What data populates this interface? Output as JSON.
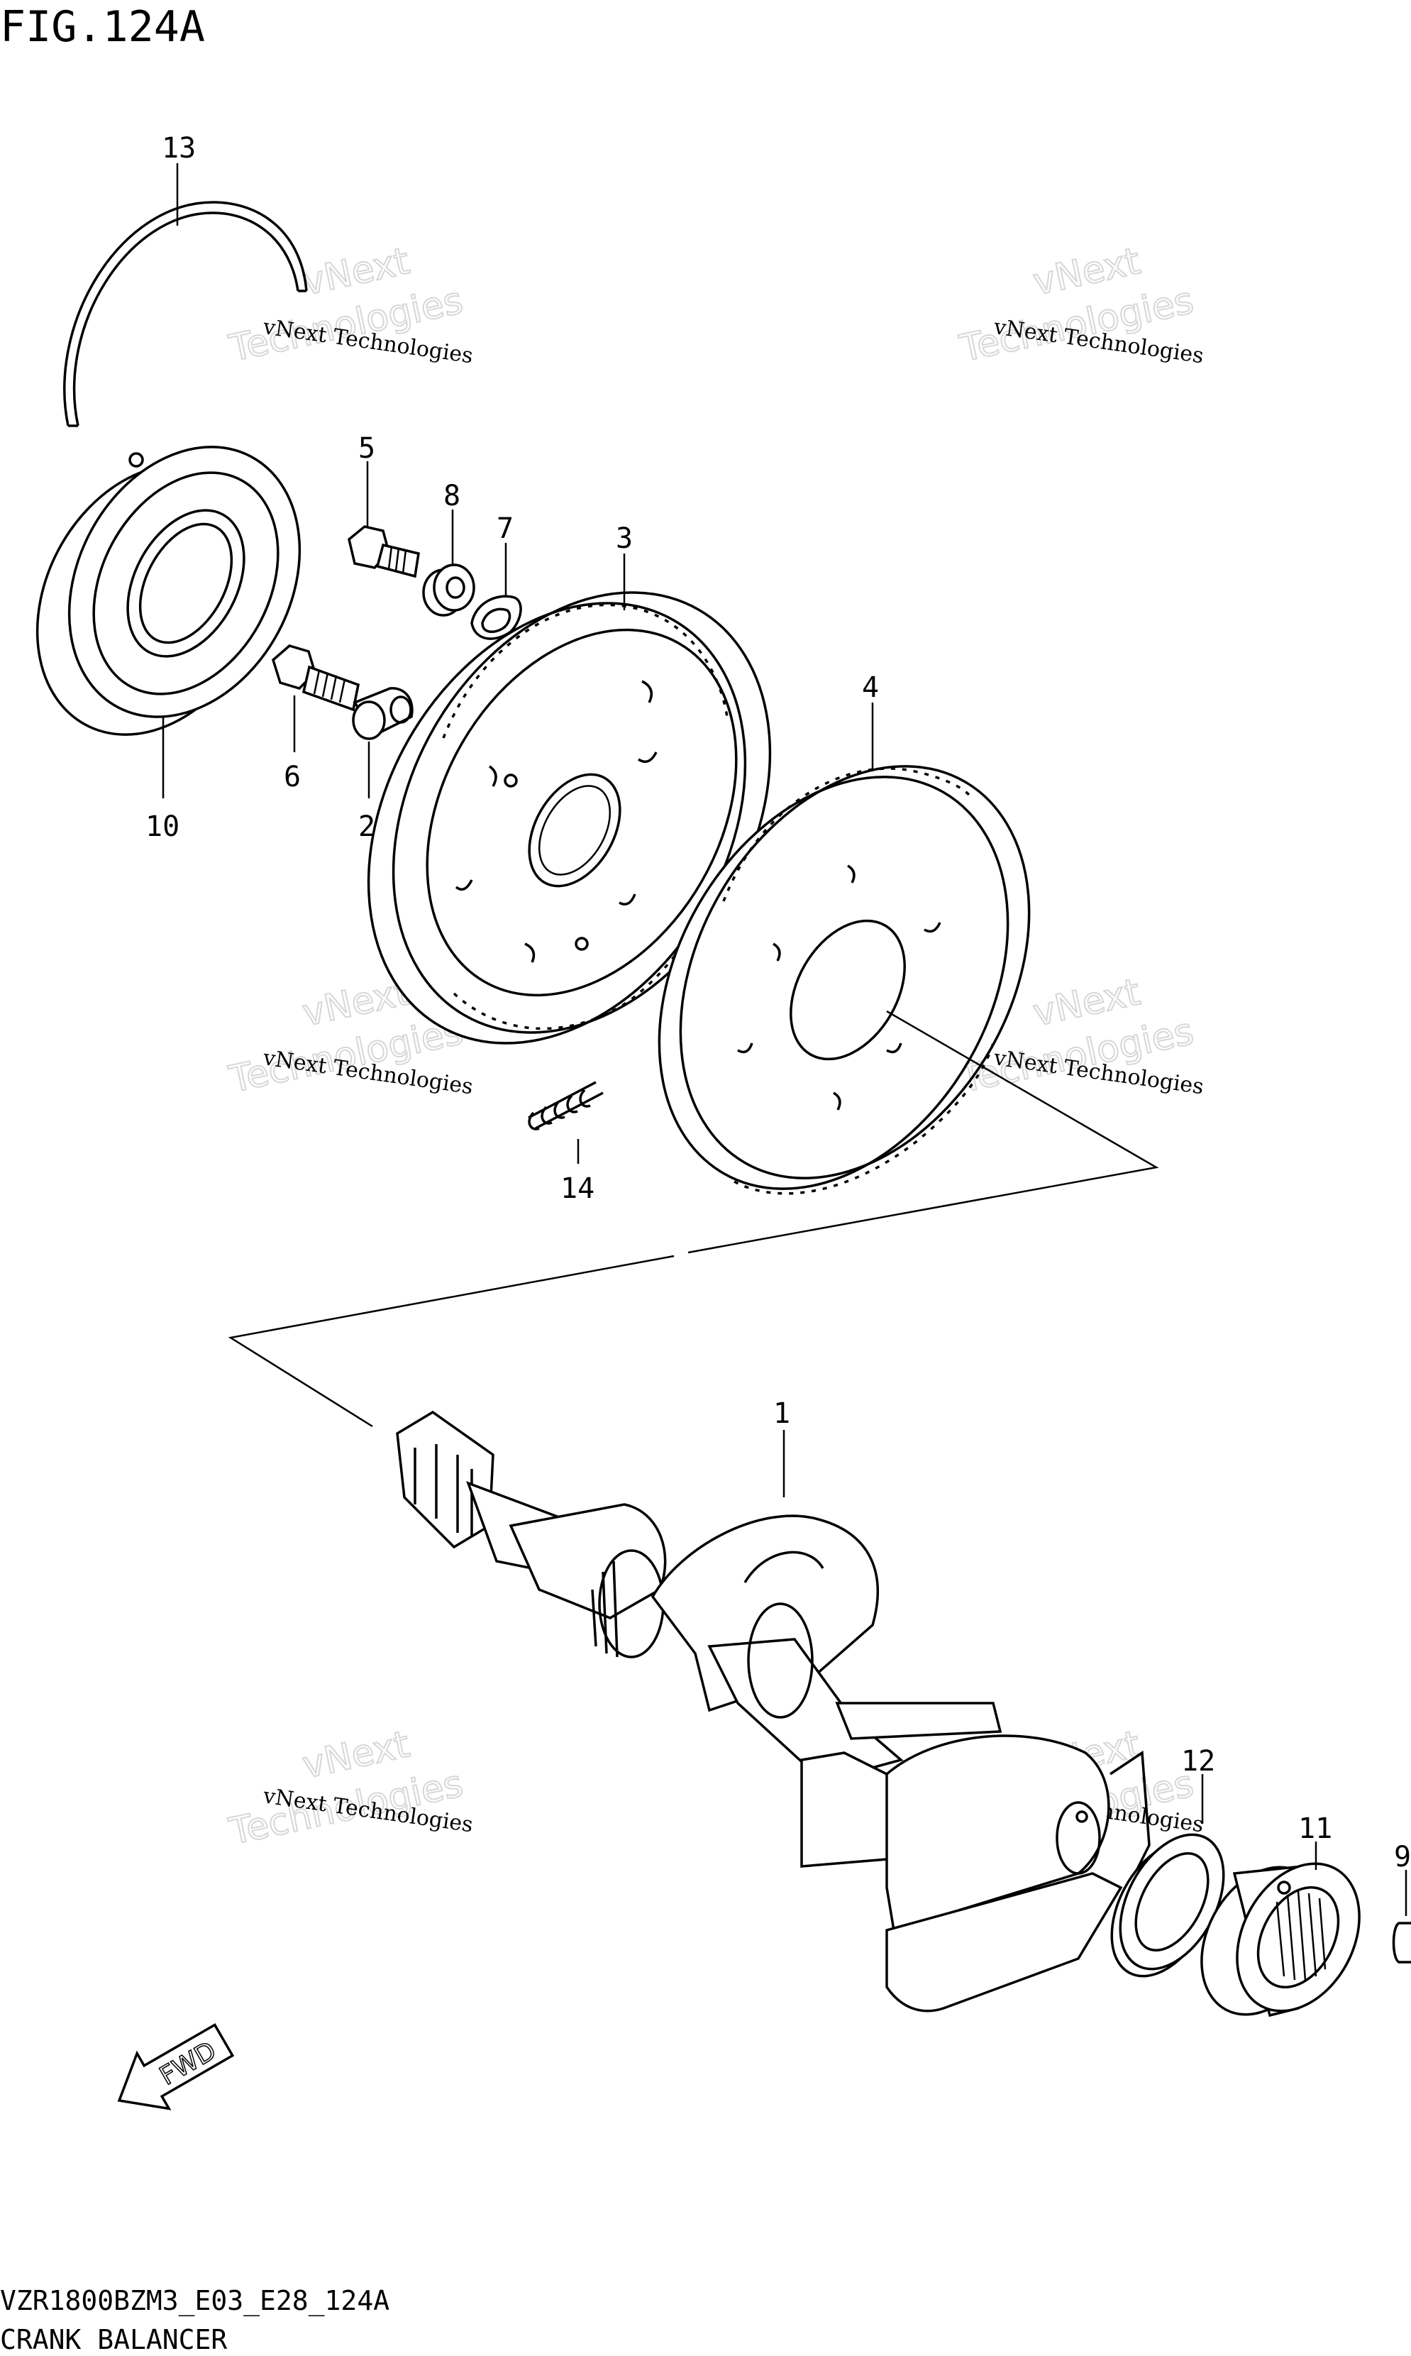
{
  "figure": {
    "title": "FIG.124A",
    "model_code": "VZR1800BZM3_E03_E28_124A",
    "caption": "CRANK BALANCER"
  },
  "watermark": {
    "small": "vNext Technologies",
    "large_1": "vNext",
    "large_2": "Technologies"
  },
  "callouts": {
    "p1": "1",
    "p2": "2",
    "p3": "3",
    "p4": "4",
    "p5": "5",
    "p6": "6",
    "p7": "7",
    "p8": "8",
    "p9": "9",
    "p10": "10",
    "p11": "11",
    "p12": "12",
    "p13": "13",
    "p14": "14"
  },
  "fwd_label": "FWD"
}
